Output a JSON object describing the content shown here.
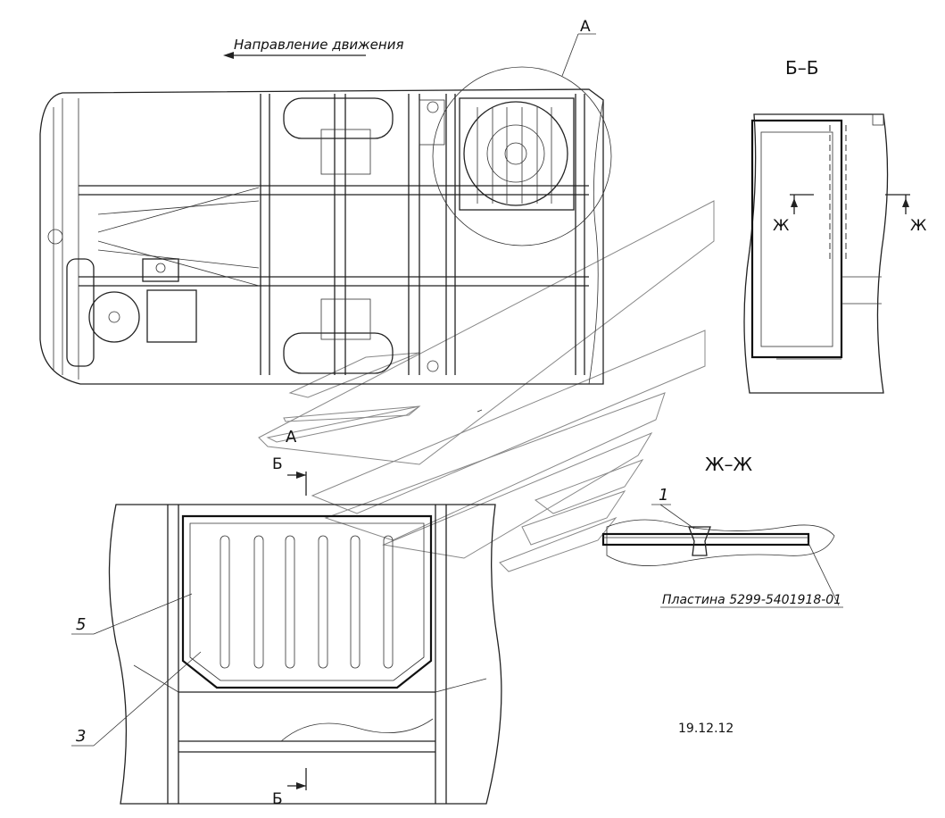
{
  "labels": {
    "direction": "Направление движения",
    "view_a_callout": "А",
    "view_a_title": "А",
    "section_bb_title": "Б–Б",
    "section_zz_title": "Ж–Ж",
    "cut_b_top": "Б",
    "cut_b_bottom": "Б",
    "cut_z_left": "Ж",
    "cut_z_right": "Ж",
    "pos_1": "1",
    "pos_3": "3",
    "pos_5": "5",
    "plate_note": "Пластина 5299-5401918-01",
    "date": "19.12.12"
  }
}
